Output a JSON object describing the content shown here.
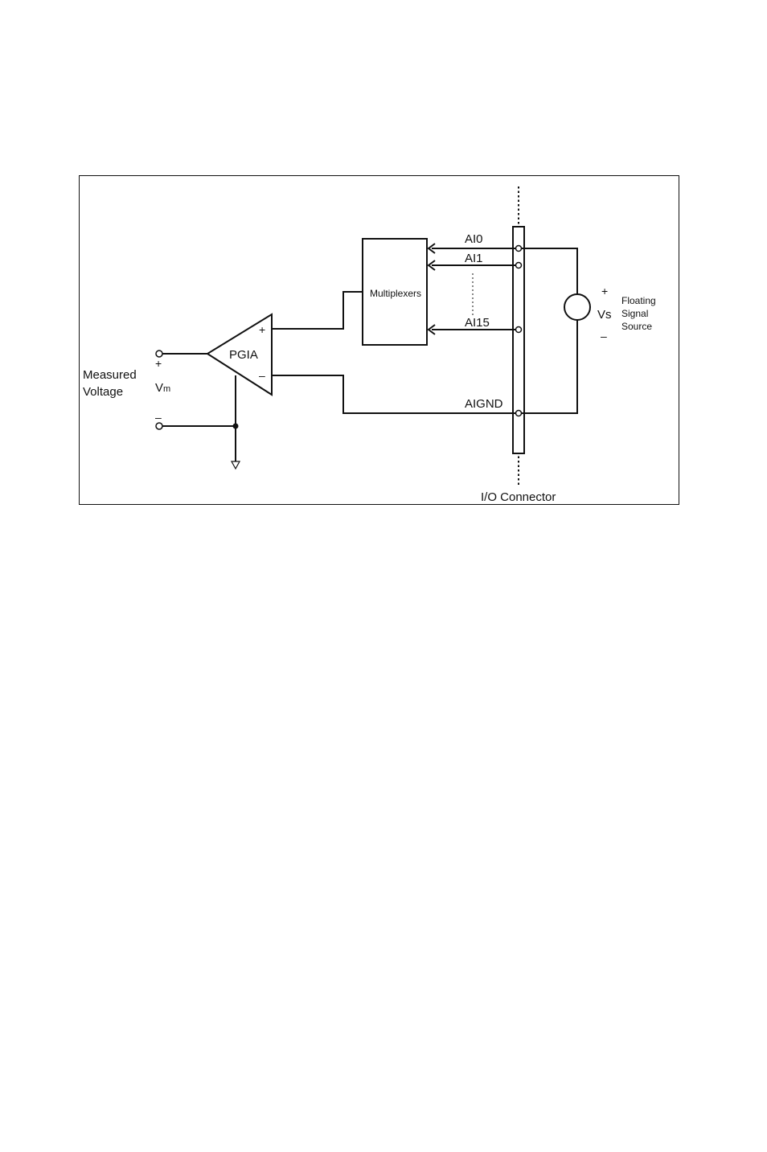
{
  "diagram": {
    "amplifier": {
      "label": "PGIA",
      "plus": "+",
      "minus": "–"
    },
    "mux": {
      "label": "Multiplexers"
    },
    "channels": [
      "AI0",
      "AI1",
      "AI15"
    ],
    "ground_label": "AIGND",
    "connector_label": "I/O Connector",
    "source": {
      "plus": "+",
      "minus": "–",
      "symbol": "Vs",
      "line1": "Floating",
      "line2": "Signal",
      "line3": "Source"
    },
    "measured": {
      "line1": "Measured",
      "line2": "Voltage",
      "plus": "+",
      "minus": "–",
      "symbol": "V",
      "subscript": "m"
    }
  }
}
